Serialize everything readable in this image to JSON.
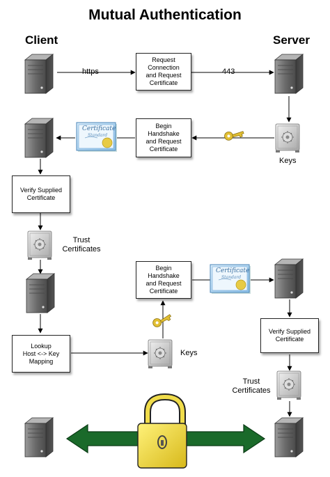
{
  "title": "Mutual Authentication",
  "headers": {
    "client": "Client",
    "server": "Server"
  },
  "labels": {
    "https": "https",
    "port": "443",
    "keys_server": "Keys",
    "keys_client": "Keys",
    "trust_client": "Trust\nCertificates",
    "trust_server": "Trust\nCertificates"
  },
  "boxes": {
    "request_connection": "Request\nConnection\nand Request\nCertificate",
    "begin_handshake_server": "Begin\nHandshake\nand Request\nCertificate",
    "verify_client": "Verify Supplied\nCertificate",
    "begin_handshake_client": "Begin\nHandshake\nand Request\nCertificate",
    "verify_server": "Verify Supplied\nCertificate",
    "lookup": "Lookup\nHost <-> Key\nMapping"
  },
  "certificate_text": {
    "script": "Certificate",
    "sub": "Standard"
  },
  "colors": {
    "arrow_green": "#1a6a2a",
    "lock_yellow": "#e8d23a",
    "server_gray": "#6a6a6a",
    "key_gold": "#d9b52a"
  }
}
